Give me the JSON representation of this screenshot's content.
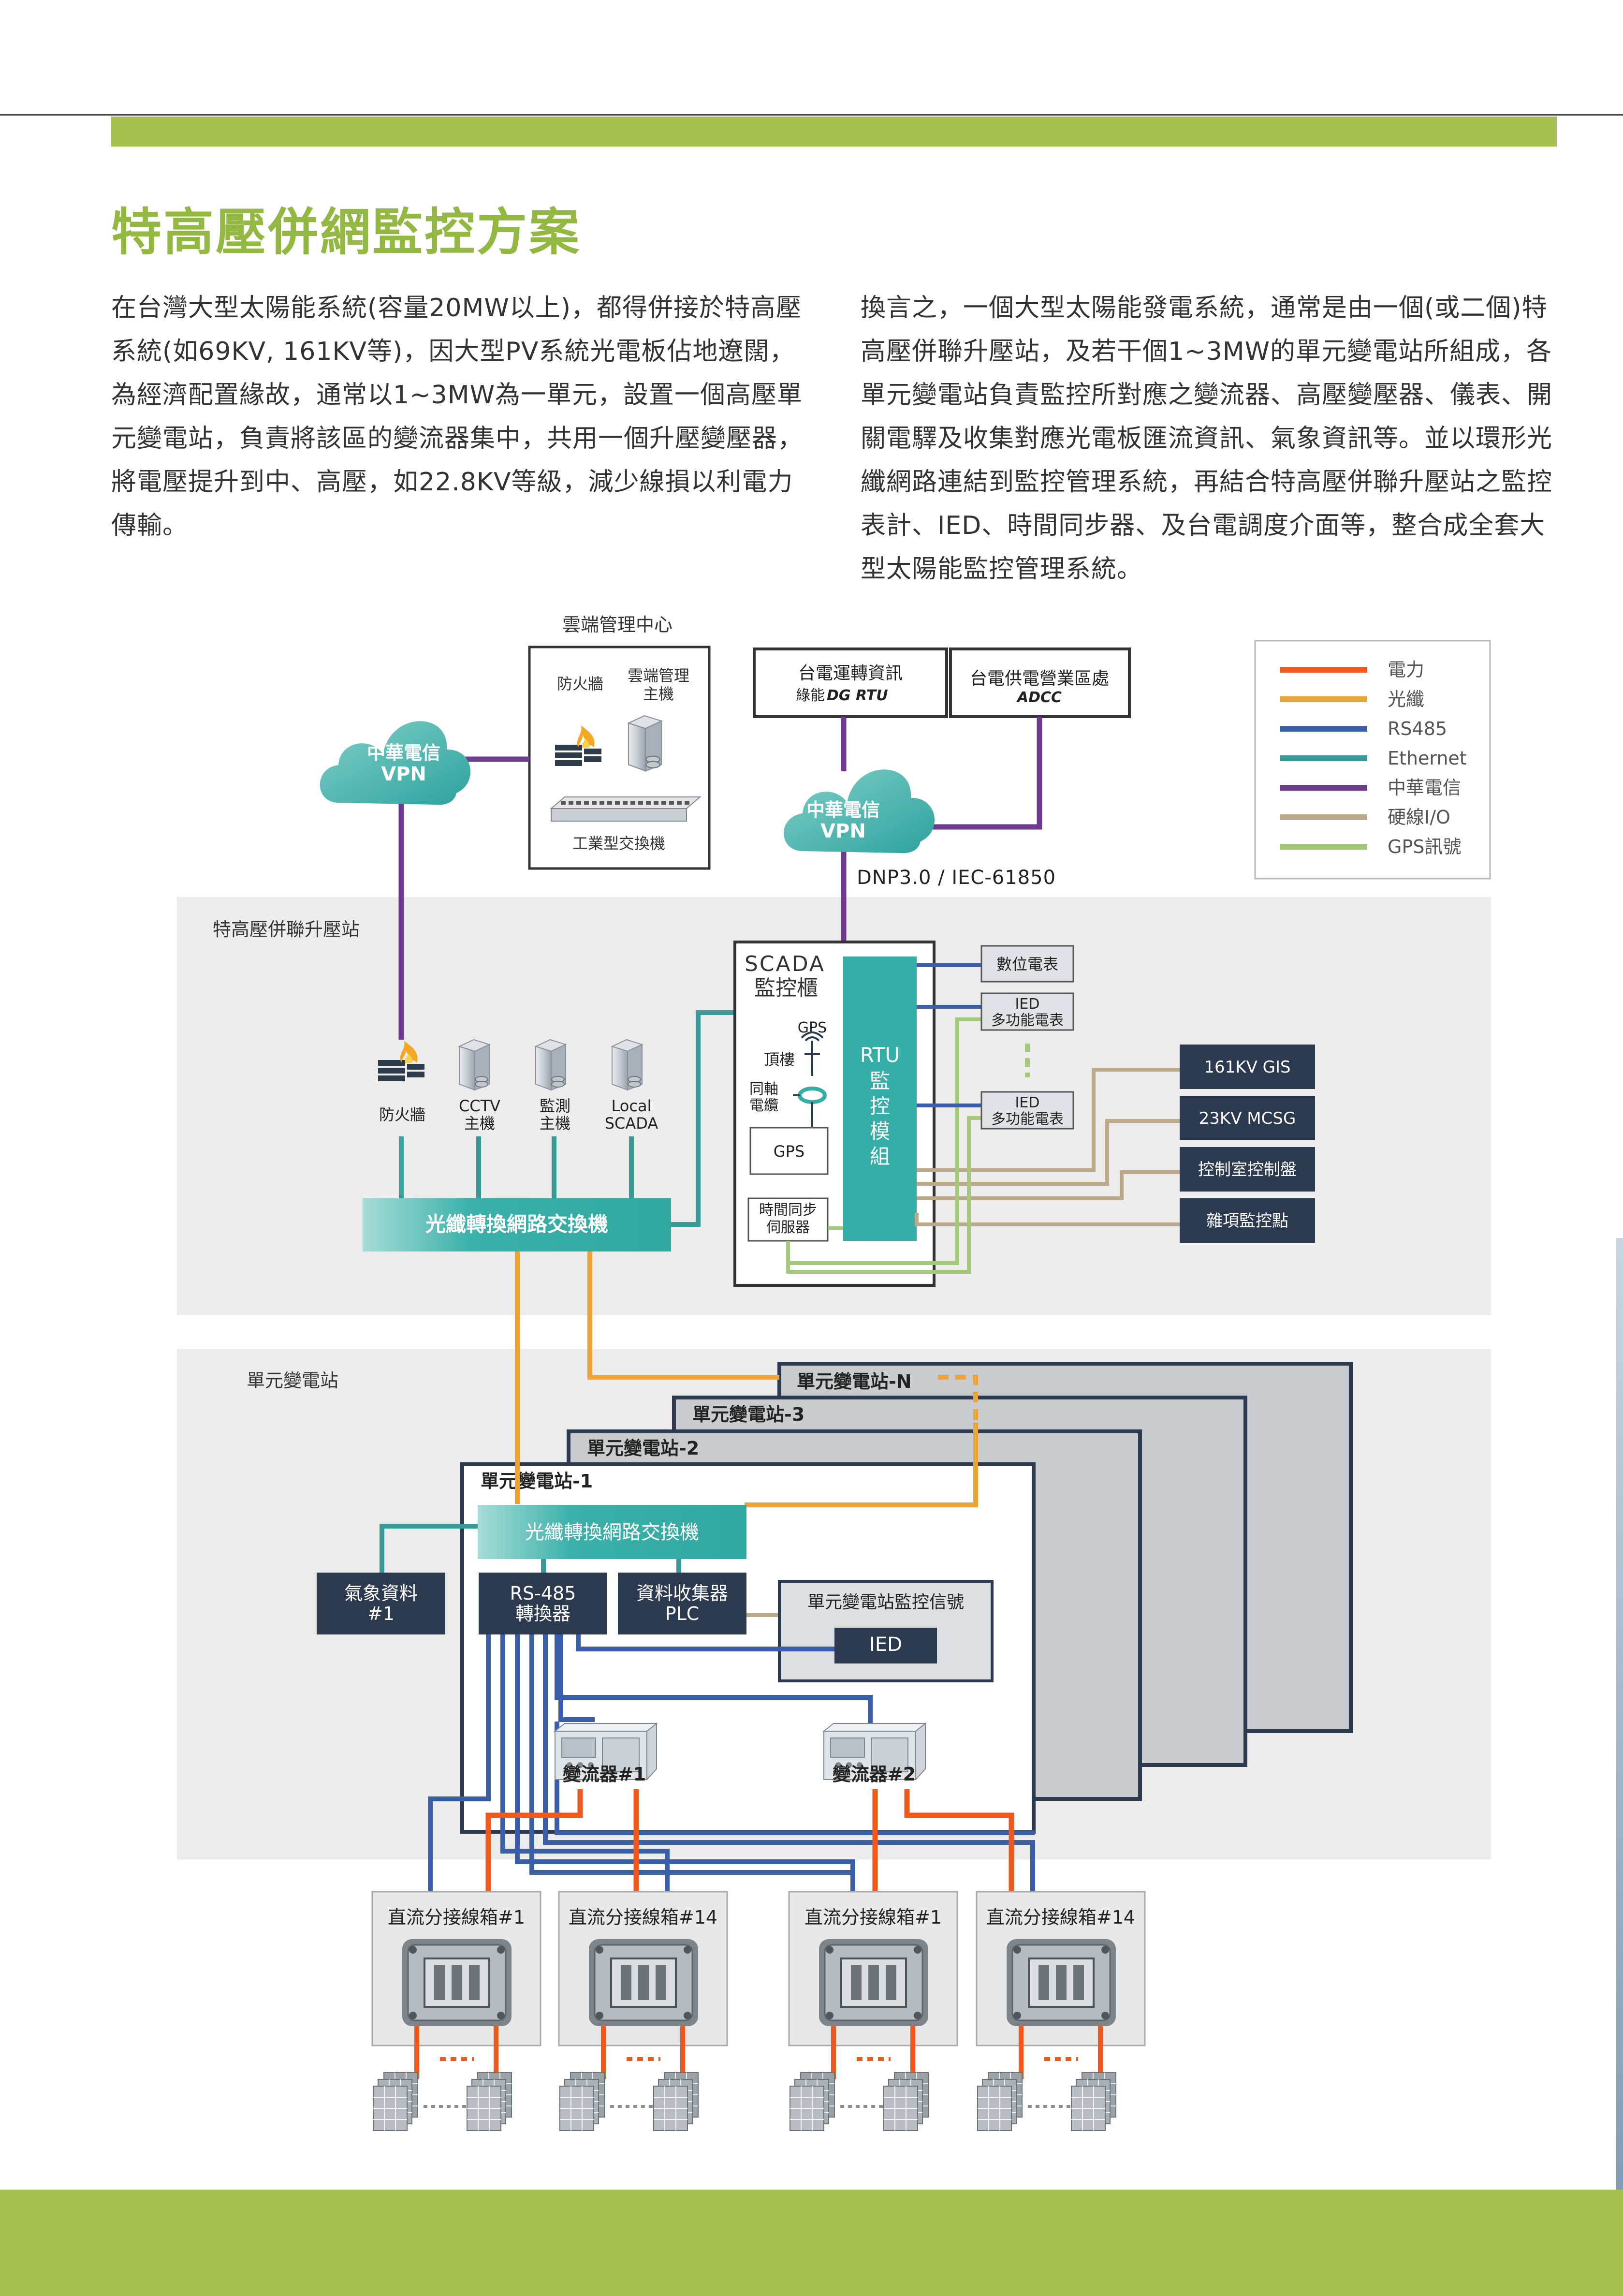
{
  "article": {
    "heading": "特高壓併網監控方案",
    "paragraph_left": "在台灣大型太陽能系統(容量20MW以上)，都得併接於特高壓系統(如69KV, 161KV等)，因大型PV系統光電板佔地遼闊，為經濟配置緣故，通常以1~3MW為一單元，設置一個高壓單元變電站，負責將該區的變流器集中，共用一個升壓變壓器，將電壓提升到中、高壓，如22.8KV等級，減少線損以利電力傳輸。",
    "paragraph_right": "換言之，一個大型太陽能發電系統，通常是由一個(或二個)特高壓併聯升壓站，及若干個1~3MW的單元變電站所組成，各單元變電站負責監控所對應之變流器、高壓變壓器、儀表、開關電驛及收集對應光電板匯流資訊、氣象資訊等。並以環形光纖網路連結到監控管理系統，再結合特高壓併聯升壓站之監控表計、IED、時間同步器、及台電調度介面等，整合成全套大型太陽能監控管理系統。"
  },
  "colors": {
    "accent_green": "#a6c150",
    "heading_green": "#93b842",
    "power": "#f0591c",
    "fiber": "#eaa43a",
    "rs485": "#3b5ea8",
    "ethernet": "#3a9a98",
    "cht": "#6e3a8e",
    "hardwire": "#bba98a",
    "gps": "#a5c97a",
    "teal": "#34aea7",
    "navy": "#2b3a4e",
    "zone_bg": "#ececec"
  },
  "legend": [
    {
      "label": "電力",
      "color": "#f0591c"
    },
    {
      "label": "光纖",
      "color": "#eaa43a"
    },
    {
      "label": "RS485",
      "color": "#3b5ea8"
    },
    {
      "label": "Ethernet",
      "color": "#3a9a98"
    },
    {
      "label": "中華電信",
      "color": "#6e3a8e"
    },
    {
      "label": "硬線I/O",
      "color": "#bba98a"
    },
    {
      "label": "GPS訊號",
      "color": "#a5c97a"
    }
  ],
  "cloud_center": {
    "title": "雲端管理中心",
    "firewall": "防火牆",
    "host_line1": "雲端管理",
    "host_line2": "主機",
    "switch": "工業型交換機"
  },
  "vpn_left": {
    "line1": "中華電信",
    "line2": "VPN"
  },
  "vpn_right": {
    "line1": "中華電信",
    "line2": "VPN"
  },
  "taipower_box1": {
    "line1": "台電運轉資訊",
    "line2_prefix": "綠能",
    "line2_em": "DG RTU"
  },
  "taipower_box2": {
    "line1": "台電供電營業區處",
    "line2": "ADCC"
  },
  "protocol": "DNP3.0 / IEC-61850",
  "substation": {
    "title": "特高壓併聯升壓站",
    "devices": [
      {
        "line1": "防火牆",
        "line2": ""
      },
      {
        "line1": "CCTV",
        "line2": "主機"
      },
      {
        "line1": "監測",
        "line2": "主機"
      },
      {
        "line1": "Local",
        "line2": "SCADA"
      }
    ],
    "switch": "光纖轉換網路交換機",
    "scada_line1": "SCADA",
    "scada_line2": "監控櫃",
    "gps_antenna": "GPS",
    "roof": "頂樓",
    "coax_line1": "同軸",
    "coax_line2": "電纜",
    "gps_box": "GPS",
    "time_line1": "時間同步",
    "time_line2": "伺服器",
    "rtu_line1": "RTU",
    "rtu_chars": [
      "監",
      "控",
      "模",
      "組"
    ],
    "meter": "數位電表",
    "ied_line1": "IED",
    "ied_line2": "多功能電表",
    "equipment": [
      "161KV GIS",
      "23KV MCSG",
      "控制室控制盤",
      "雜項監控點"
    ]
  },
  "unit_zone": {
    "title": "單元變電站",
    "stations": [
      "單元變電站-N",
      "單元變電站-3",
      "單元變電站-2",
      "單元變電站-1"
    ],
    "switch": "光纖轉換網路交換機",
    "weather_line1": "氣象資料",
    "weather_line2": "#1",
    "rs485_line1": "RS-485",
    "rs485_line2": "轉換器",
    "plc_line1": "資料收集器",
    "plc_line2": "PLC",
    "monitor_title": "單元變電站監控信號",
    "ied": "IED",
    "inverters": [
      "變流器#1",
      "變流器#2"
    ]
  },
  "combiner_boxes": [
    "直流分接線箱#1",
    "直流分接線箱#14",
    "直流分接線箱#1",
    "直流分接線箱#14"
  ]
}
